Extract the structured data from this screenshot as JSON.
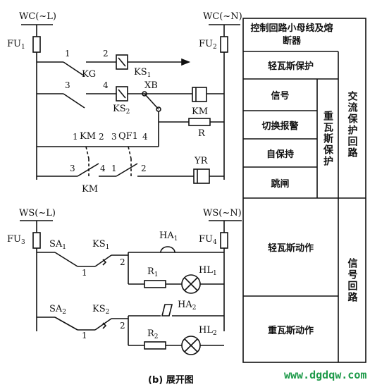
{
  "supply": {
    "top_left": "WC(~L)",
    "top_right": "WC(~N)",
    "bottom_left": "WS(~L)",
    "bottom_right": "WS(~N)"
  },
  "components": {
    "fu1": "FU",
    "fu1_sub": "1",
    "fu2": "FU",
    "fu2_sub": "2",
    "fu3": "FU",
    "fu3_sub": "3",
    "fu4": "FU",
    "fu4_sub": "4",
    "kg": "KG",
    "ks1": "KS",
    "ks1_sub": "1",
    "ks2": "KS",
    "ks2_sub": "2",
    "xb": "XB",
    "km_coil": "KM",
    "r": "R",
    "km_contact": "KM",
    "qf1": "QF1",
    "km_bottom": "KM",
    "yr": "YR",
    "sa1": "SA",
    "sa1_sub": "1",
    "ks1b": "KS",
    "ks1b_sub": "1",
    "ha1": "HA",
    "ha1_sub": "1",
    "r1": "R",
    "r1_sub": "1",
    "hl1": "HL",
    "hl1_sub": "1",
    "sa2": "SA",
    "sa2_sub": "2",
    "ks2b": "KS",
    "ks2b_sub": "2",
    "ha2": "HA",
    "ha2_sub": "2",
    "r2": "R",
    "r2_sub": "2",
    "hl2": "HL",
    "hl2_sub": "2"
  },
  "terminals": {
    "n1": "1",
    "n2": "2",
    "n3": "3",
    "n4": "4",
    "km_n1": "1",
    "km_n2": "2",
    "qf_n3": "3",
    "qf_n4": "4",
    "b_n3": "3",
    "b_n4": "4",
    "b_n1": "1",
    "b_n2": "2",
    "s1_n1": "1",
    "s1_n2": "2",
    "s2_n1": "1",
    "s2_n2": "2"
  },
  "legend": {
    "control_bus": "控制回路小母线及熔断器",
    "light_gas_protection": "轻瓦斯保护",
    "signal": "信号",
    "switch_alarm": "切换报警",
    "self_hold": "自保持",
    "trip": "跳闸",
    "heavy_gas_protection": "重瓦斯保护",
    "ac_protection_circuit": "交流保护回路",
    "light_gas_action": "轻瓦斯动作",
    "heavy_gas_action": "重瓦斯动作",
    "signal_circuit": "信号回路"
  },
  "caption": "(b) 展开图",
  "watermark": "www.dgdqw.com"
}
